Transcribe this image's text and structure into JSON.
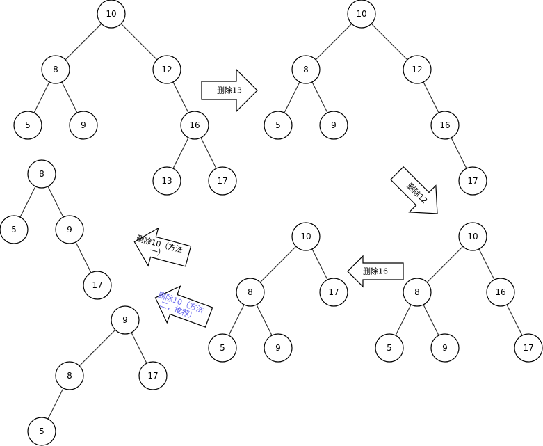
{
  "colors": {
    "background": "#ffffff",
    "node_stroke": "#000000",
    "edge": "#333333",
    "recommended_text": "#6666ee"
  },
  "trees": [
    {
      "id": "original",
      "nodes": [
        "10",
        "8",
        "12",
        "5",
        "9",
        "16",
        "13",
        "17"
      ]
    },
    {
      "id": "after-delete-13",
      "nodes": [
        "10",
        "8",
        "12",
        "5",
        "9",
        "16",
        "17"
      ]
    },
    {
      "id": "after-delete-12",
      "nodes": [
        "10",
        "8",
        "16",
        "5",
        "9",
        "17"
      ]
    },
    {
      "id": "after-delete-16",
      "nodes": [
        "10",
        "8",
        "17",
        "5",
        "9"
      ]
    },
    {
      "id": "after-delete-10-method-1",
      "nodes": [
        "8",
        "5",
        "9",
        "17"
      ]
    },
    {
      "id": "after-delete-10-method-2",
      "nodes": [
        "9",
        "8",
        "17",
        "5"
      ]
    }
  ],
  "arrows": [
    {
      "id": "delete-13",
      "lines": [
        "删除13"
      ]
    },
    {
      "id": "delete-12",
      "lines": [
        "删除12"
      ]
    },
    {
      "id": "delete-16",
      "lines": [
        "删除16"
      ]
    },
    {
      "id": "delete-10-method-1",
      "lines": [
        "删除10（方法",
        "一）"
      ]
    },
    {
      "id": "delete-10-method-2",
      "lines": [
        "删除10（方法",
        "二，推荐）"
      ],
      "recommended": true
    }
  ]
}
